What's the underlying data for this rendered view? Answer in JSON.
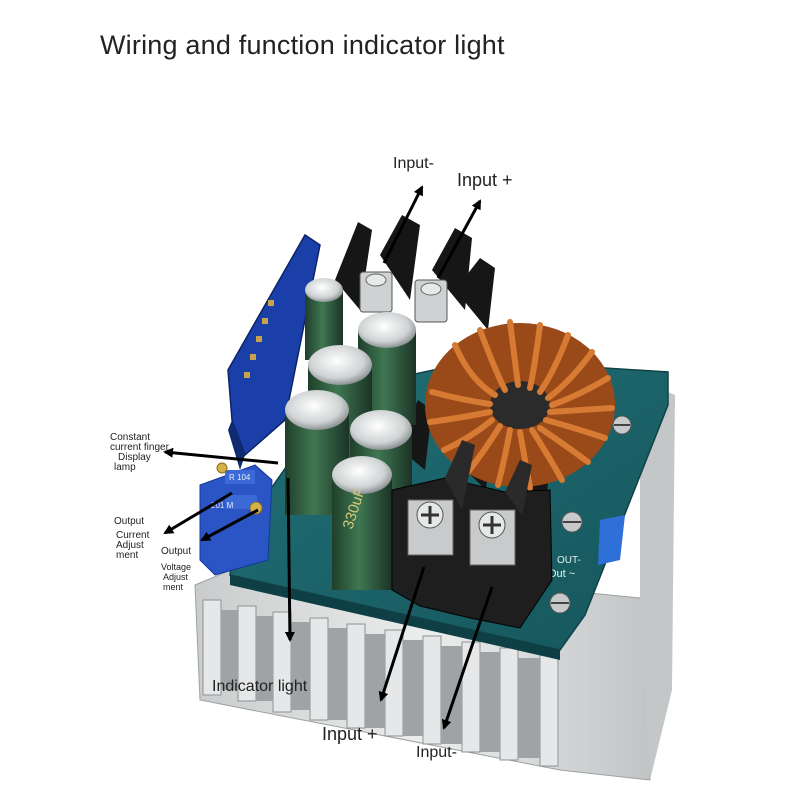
{
  "title": "Wiring and function indicator light",
  "labels": {
    "input_minus_top": "Input-",
    "input_plus_top": "Input +",
    "constant_current": [
      "Constant",
      "current finger",
      "Display",
      "lamp"
    ],
    "output_current": [
      "Output",
      "Current",
      "Adjust",
      "ment"
    ],
    "output_voltage": [
      "Output",
      "Voltage",
      "Adjust",
      "ment"
    ],
    "indicator_light": "Indicator light",
    "input_plus_bottom": "Input +",
    "input_minus_bottom": "Input-"
  },
  "board_markings": {
    "cap_rating": "330uF",
    "out_minus": "OUT-",
    "out_tilde": "Out ~",
    "pot_top": "R 104",
    "pot_bottom": "201 M"
  },
  "colors": {
    "pcb": "#1f6e73",
    "heatsink": "#d9dbdc",
    "coil": "#c8682a",
    "terminal": "#1e1e1e",
    "capacitor": "#2f5a3e",
    "potentiometer": "#2b55c4",
    "arrow": "#000000"
  }
}
